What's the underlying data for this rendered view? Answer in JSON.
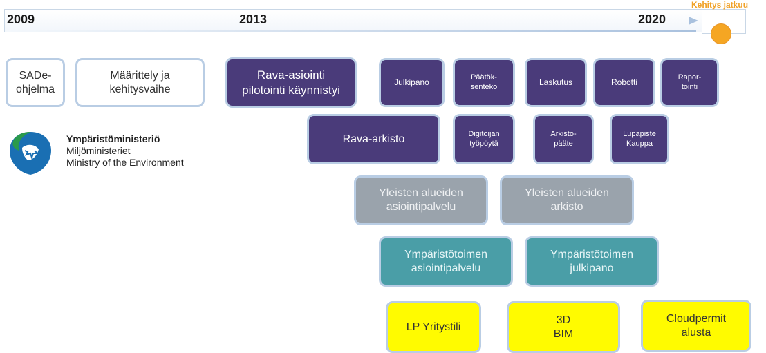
{
  "timeline": {
    "years": [
      "2009",
      "2013",
      "2020"
    ],
    "continues_label": "Kehitys jatkuu",
    "colors": {
      "arrow": "#a9c1de",
      "continues": "#f5a623"
    }
  },
  "ministry": {
    "name_fi": "Ympäristöministeriö",
    "name_sv": "Miljöministeriet",
    "name_en": "Ministry of the Environment"
  },
  "phases": {
    "sade": "SADe-\nohjelma",
    "maarittely": "Määrittely ja\nkehitysvaihe"
  },
  "rava": {
    "asiointi": "Rava-asiointi\npilotointi käynnistyi",
    "julkipano": "Julkipano",
    "paatoksenteko": "Päätök-\nsenteko",
    "laskutus": "Laskutus",
    "robotti": "Robotti",
    "raportointi": "Rapor-\ntointi",
    "arkisto": "Rava-arkisto",
    "digitoijan": "Digitoijan\ntyöpöytä",
    "arkistopaate": "Arkisto-\npääte",
    "lupapiste": "Lupapiste\nKauppa"
  },
  "yleiset": {
    "asiointi": "Yleisten alueiden\nasiointipalvelu",
    "arkisto": "Yleisten alueiden\narkisto"
  },
  "ymparisto": {
    "asiointi": "Ympäristötoimen\nasiointipalvelu",
    "julkipano": "Ympäristötoimen\njulkipano"
  },
  "partners": {
    "lp": "LP Yritystili",
    "bim": "3D\nBIM",
    "cloudpermit": "Cloudpermit\nalusta"
  },
  "colors": {
    "rava": "#4a3b7a",
    "yleiset": "#9aa3ac",
    "ymparisto": "#4a9ea7",
    "partners": "#fffb00",
    "border": "#b9cde4"
  }
}
